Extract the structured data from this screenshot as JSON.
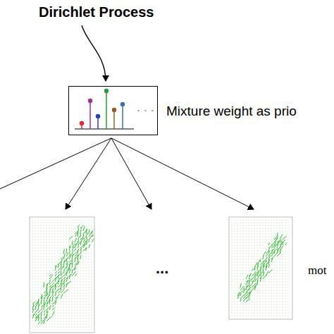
{
  "diagram": {
    "title": "Dirichlet Process",
    "nodes": [
      {
        "text": [
          "· · ·"
        ]
      }
    ],
    "labels": [
      "Mixture weight as prio",
      "...",
      "mot"
    ]
  }
}
